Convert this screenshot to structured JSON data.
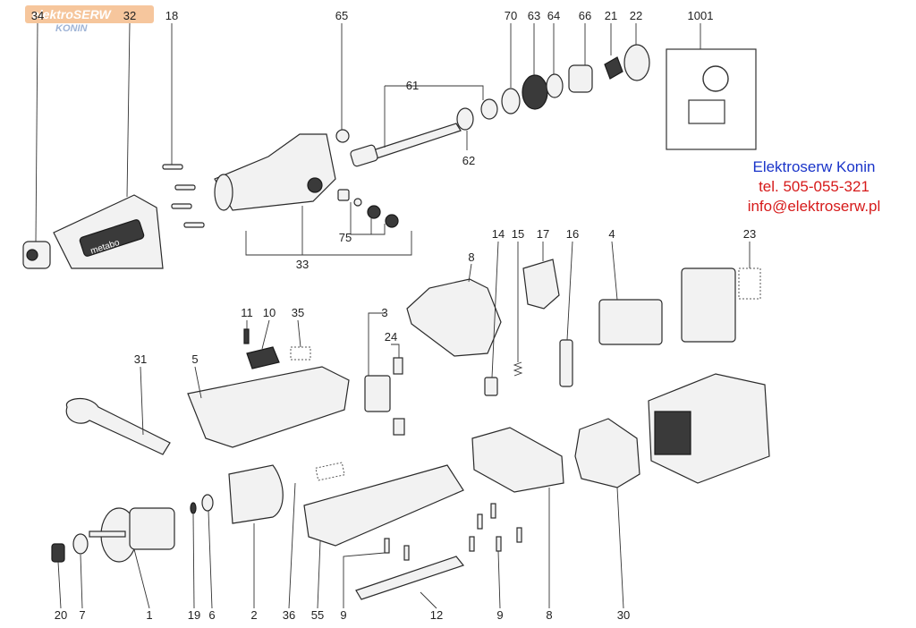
{
  "watermark": {
    "brand": "elektroSERW",
    "city": "KONIN"
  },
  "contact": {
    "company": "Elektroserw Konin",
    "phone": "tel. 505-055-321",
    "email": "info@elektroserw.pl"
  },
  "labels": {
    "p34": "34",
    "p32": "32",
    "p18": "18",
    "p65": "65",
    "p61": "61",
    "p62": "62",
    "p70": "70",
    "p63": "63",
    "p64": "64",
    "p66": "66",
    "p21": "21",
    "p22": "22",
    "p1001": "1001",
    "p33": "33",
    "p75": "75",
    "p14": "14",
    "p15": "15",
    "p17": "17",
    "p16": "16",
    "p4": "4",
    "p23": "23",
    "p8a": "8",
    "p11": "11",
    "p10": "10",
    "p35": "35",
    "p3": "3",
    "p24": "24",
    "p31": "31",
    "p5": "5",
    "p20": "20",
    "p7": "7",
    "p1": "1",
    "p19": "19",
    "p6": "6",
    "p2": "2",
    "p36": "36",
    "p55": "55",
    "p9a": "9",
    "p12": "12",
    "p9b": "9",
    "p8b": "8",
    "p30": "30"
  },
  "product_marking": "metabo"
}
